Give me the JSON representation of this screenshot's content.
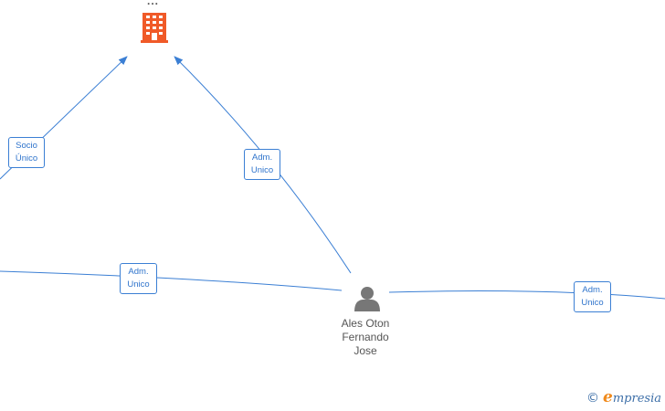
{
  "graph": {
    "company_node": {
      "label": "..."
    },
    "person_node": {
      "name_lines": [
        "Ales Oton",
        "Fernando",
        "Jose"
      ]
    },
    "edges": [
      {
        "lines": [
          "Socio",
          "Único"
        ]
      },
      {
        "lines": [
          "Adm.",
          "Unico"
        ]
      },
      {
        "lines": [
          "Adm.",
          "Unico"
        ]
      },
      {
        "lines": [
          "Adm.",
          "Unico"
        ]
      }
    ]
  },
  "footer": {
    "copyright_symbol": "©",
    "brand_initial": "e",
    "brand_rest": "mpresia"
  },
  "colors": {
    "edge": "#3b7fd4",
    "company_icon": "#f05a28",
    "person_icon": "#777777",
    "brand_accent": "#f08a1c"
  },
  "icons": {
    "company": "building-icon",
    "person": "person-icon"
  }
}
